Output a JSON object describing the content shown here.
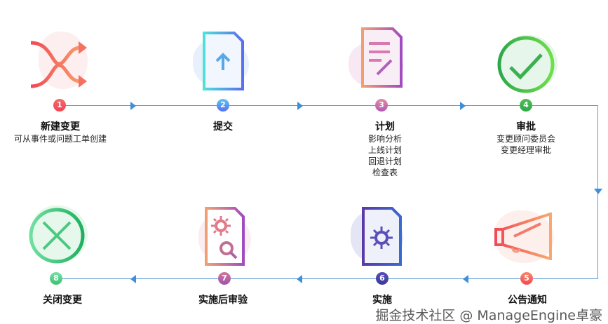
{
  "steps": [
    {
      "num": "1",
      "title": "新建变更",
      "lines": [
        "可从事件或问题工单创建"
      ],
      "color": "#f0544f",
      "icon": "shuffle-icon"
    },
    {
      "num": "2",
      "title": "提交",
      "lines": [],
      "color": "#4a8cf0",
      "icon": "upload-document-icon"
    },
    {
      "num": "3",
      "title": "计划",
      "lines": [
        "影响分析",
        "上线计划",
        "回退计划",
        "检查表"
      ],
      "color": "#b45cb0",
      "icon": "document-edit-icon"
    },
    {
      "num": "4",
      "title": "审批",
      "lines": [
        "变更顾问委员会",
        "变更经理审批"
      ],
      "color": "#3bb54a",
      "icon": "checkmark-circle-icon"
    },
    {
      "num": "5",
      "title": "公告通知",
      "lines": [],
      "color": "#f06a4f",
      "icon": "megaphone-icon"
    },
    {
      "num": "6",
      "title": "实施",
      "lines": [],
      "color": "#4b46a8",
      "icon": "document-gear-icon"
    },
    {
      "num": "7",
      "title": "实施后审验",
      "lines": [],
      "color": "#b060a8",
      "icon": "document-gear-search-icon"
    },
    {
      "num": "8",
      "title": "关闭变更",
      "lines": [],
      "color": "#3ccf7a",
      "icon": "close-circle-icon"
    }
  ],
  "watermark": "掘金技术社区 @ ManageEngine卓豪"
}
